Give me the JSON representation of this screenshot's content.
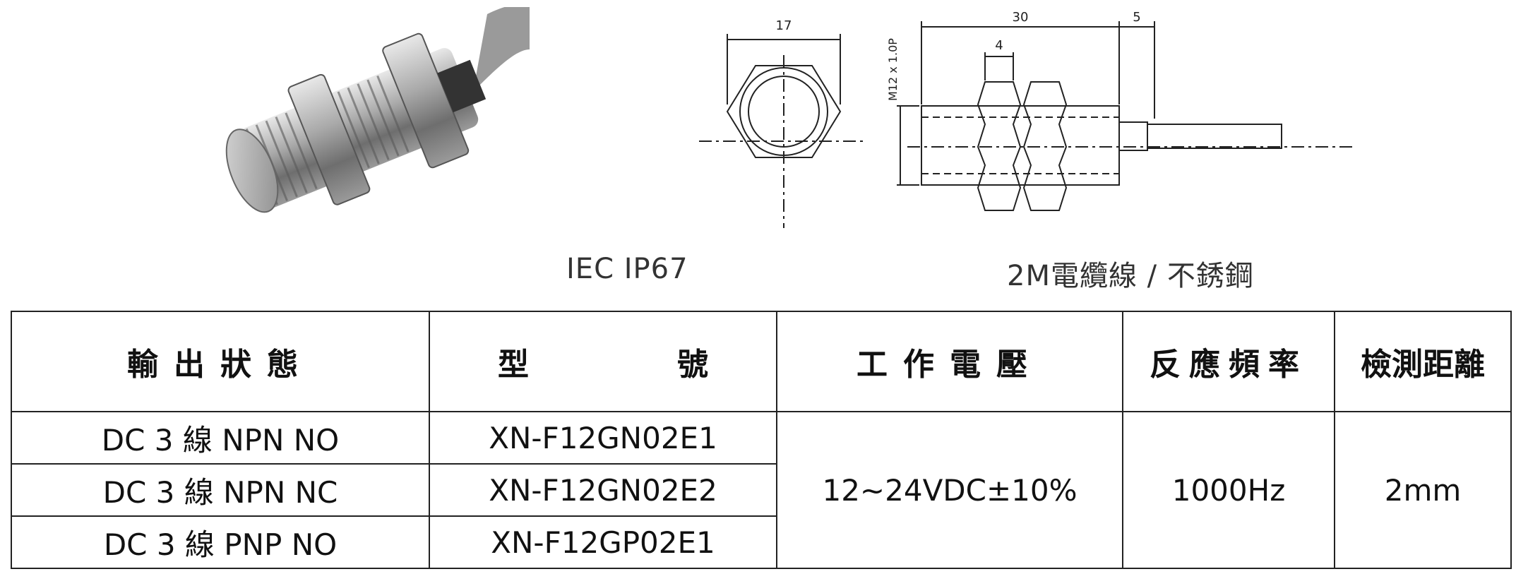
{
  "drawing": {
    "dim_width": "17",
    "dim_length": "30",
    "dim_cable": "5",
    "dim_nut": "4",
    "thread": "M12 x 1.0P"
  },
  "captions": {
    "rating": "IEC IP67",
    "cable": "2M電纜線 / 不銹鋼"
  },
  "table": {
    "headers": {
      "output": "輸出狀態",
      "model_a": "型",
      "model_b": "號",
      "voltage": "工作電壓",
      "frequency": "反應頻率",
      "distance": "檢測距離"
    },
    "rows": [
      {
        "output": "DC 3 線 NPN NO",
        "model": "XN-F12GN02E1"
      },
      {
        "output": "DC 3 線 NPN NC",
        "model": "XN-F12GN02E2"
      },
      {
        "output": "DC 3 線 PNP NO",
        "model": "XN-F12GP02E1"
      }
    ],
    "voltage": "12~24VDC±10%",
    "frequency": "1000Hz",
    "distance": "2mm"
  },
  "colors": {
    "border": "#222222",
    "text": "#111111",
    "caption": "#333333"
  }
}
